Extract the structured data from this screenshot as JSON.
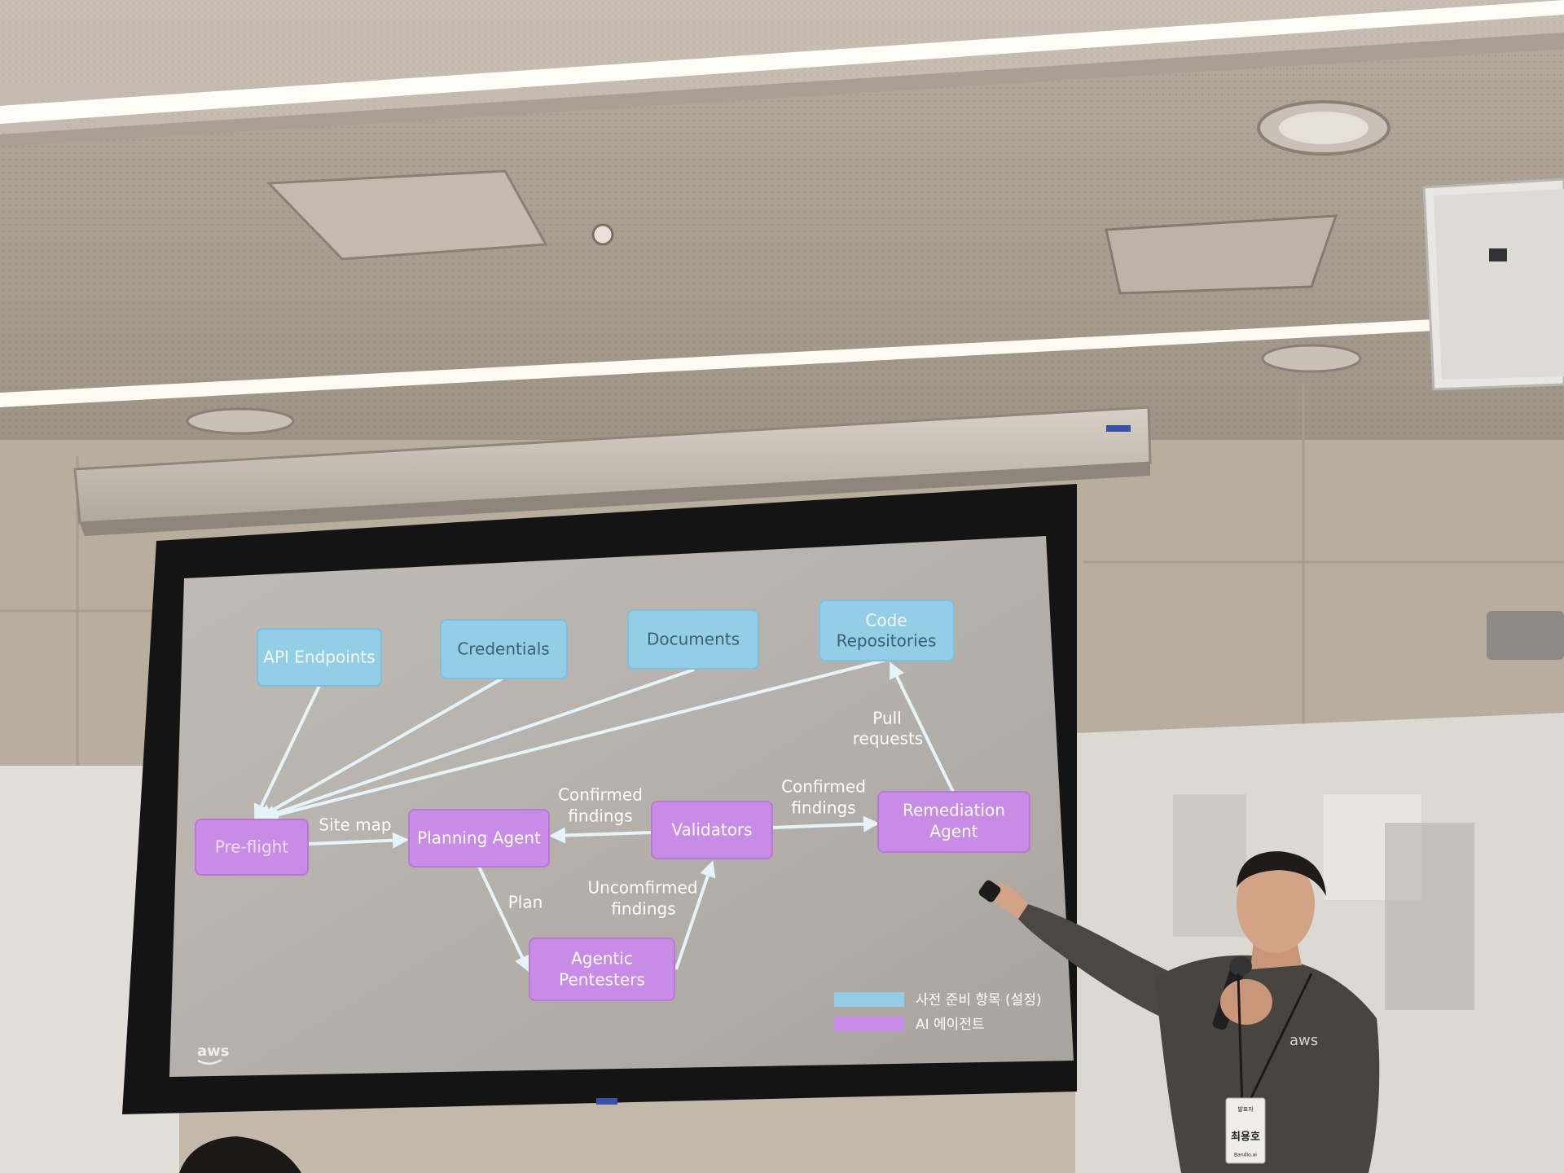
{
  "slide": {
    "nodes": {
      "api_endpoints": "API Endpoints",
      "credentials": "Credentials",
      "documents": "Documents",
      "code_repositories": [
        "Code",
        "Repositories"
      ],
      "preflight": "Pre-flight",
      "planning_agent": "Planning Agent",
      "validators": "Validators",
      "remediation_agent": [
        "Remediation",
        "Agent"
      ],
      "agentic_pentesters": [
        "Agentic",
        "Pentesters"
      ]
    },
    "edges": {
      "site_map": "Site map",
      "confirmed_findings_left": [
        "Confirmed",
        "findings"
      ],
      "confirmed_findings_right": [
        "Confirmed",
        "findings"
      ],
      "pull_requests": [
        "Pull",
        "requests"
      ],
      "plan": "Plan",
      "unconfirmed_findings": [
        "Uncomfirmed",
        "findings"
      ]
    },
    "legend": {
      "preparation_items": "사전 준비 항목 (설정)",
      "ai_agents": "AI 에이전트"
    },
    "logo": "aws"
  },
  "speaker": {
    "shirt_logo": "aws",
    "badge_role": "발표자",
    "badge_name": "최용호",
    "badge_org": "Bandio.ai"
  },
  "colors": {
    "blue_node": "#93cde6",
    "purple_node": "#c98ce6",
    "arrow": "#dff1f8",
    "screen": "#b8b2ac"
  }
}
